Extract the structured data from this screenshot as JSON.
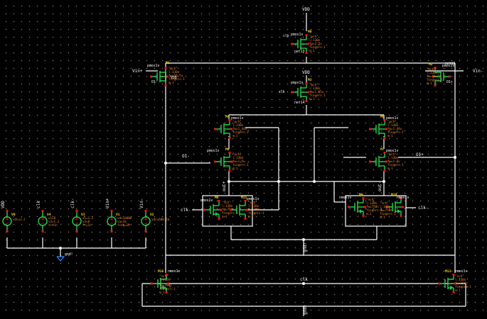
{
  "nets": {
    "vdd": "VDD",
    "vin_plus": "Vin+",
    "vin_minus": "Vin-",
    "o1_minus": "O1-",
    "o1_plus": "O1+",
    "out_plus": "out+",
    "out_minus": "out-",
    "clk": "clk",
    "gnd": "gnd!",
    "net13": "net13",
    "net14": "net14",
    "net12": "net12"
  },
  "devices": {
    "m0": {
      "inst": "M0",
      "model": "pmos1v",
      "params": [
        "\"pch\"",
        "l:130n",
        "fw=2.5u",
        "fingers:1",
        "m:1"
      ]
    },
    "m1": {
      "inst": "M1",
      "model": "pmos1v",
      "params": [
        "\"pch\"",
        "l:130n",
        "fw=16.5u",
        "fingers:1",
        "m:1"
      ]
    },
    "m2": {
      "inst": "M2",
      "model": "pmos1v",
      "params": [
        "\"pch\"",
        "l:130n",
        "fw=16.5u",
        "fingers:1",
        "m:1"
      ]
    },
    "m3": {
      "inst": "M3",
      "model": "pmos1v",
      "params": [
        "\"pch\"",
        "l:130n",
        "fw=1.65u",
        "fingers:1",
        "m:1"
      ]
    },
    "m4": {
      "inst": "M4",
      "model": "pmos1v",
      "params": [
        "\"pch\"",
        "l:130n",
        "fw=1.44u",
        "fingers:1",
        "m:1"
      ]
    },
    "m5": {
      "inst": "M5",
      "model": "pmos1v",
      "params": [
        "\"pch\"",
        "l:130n",
        "fw=1.44u",
        "fingers:1",
        "m:1"
      ]
    },
    "m6": {
      "inst": "M6",
      "model": "pmos1v",
      "params": [
        "\"pch\"",
        "l:130n",
        "fw=1.5u",
        "fingers:1",
        "m:1"
      ]
    },
    "m7": {
      "inst": "M7",
      "model": "pmos1v",
      "params": [
        "\"pch\"",
        "l:130n",
        "fw=1.5u",
        "fingers:1",
        "m:1"
      ]
    },
    "m8": {
      "inst": "M8",
      "model": "nmos1v",
      "params": [
        "\"nch\"",
        "l:130n",
        "fw=750n",
        "fingers:1",
        "m:1"
      ]
    },
    "m9": {
      "inst": "M9",
      "model": "nmos1v",
      "params": [
        "\"nch\"",
        "l:130n",
        "fw=750n",
        "fingers:1",
        "m:1"
      ]
    },
    "m10": {
      "inst": "M10",
      "model": "nmos1v",
      "params": [
        "\"nch\"",
        "l:130n",
        "fw=750n",
        "fingers:1",
        "m:1"
      ]
    },
    "m11": {
      "inst": "M11",
      "model": "pmos1v",
      "params": [
        "\"pch\"",
        "l:130n",
        "fw=750n",
        "fingers:1",
        "m:1"
      ]
    },
    "m12": {
      "inst": "M12",
      "model": "nmos1v",
      "params": [
        "\"nch\"",
        "l:130n",
        "fw=290n",
        "fingers:1",
        "m:1"
      ]
    },
    "m13": {
      "inst": "M13",
      "model": "nmos1v",
      "params": [
        "\"nch\"",
        "l:130n",
        "fw=290n",
        "fingers:1",
        "m:1"
      ]
    }
  },
  "sources": [
    {
      "inst": "V0",
      "net": "VDD",
      "params": [
        "vdc=1.2"
      ]
    },
    {
      "inst": "V4",
      "net": "clk",
      "params": [
        "v1=0",
        "v2=1.2",
        "tr=1n"
      ]
    },
    {
      "inst": "V3",
      "net": "clk-",
      "params": [
        "v1=1.2",
        "v2=0",
        "tr=1n"
      ]
    },
    {
      "inst": "V1",
      "net": "Vin+",
      "params": [
        "vdc=600m",
        "va=2m",
        "freq=1M"
      ]
    },
    {
      "inst": "V2",
      "net": "Vin-",
      "params": [
        "vdc=600.2m"
      ]
    }
  ],
  "colors": {
    "background": "#000000",
    "wire": "#ffffff",
    "device": "#29d34c",
    "pin": "#e11111",
    "param": "#f08a2e",
    "instance": "#f2d20a",
    "ground": "#2f8fff"
  }
}
